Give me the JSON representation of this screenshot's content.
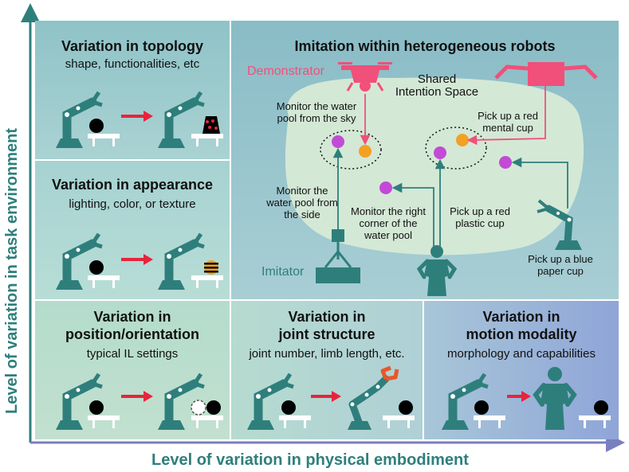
{
  "axes": {
    "x_label": "Level of variation in physical embodiment",
    "y_label": "Level of variation in task environment"
  },
  "panels": {
    "topology": {
      "title": "Variation in topology",
      "subtitle": "shape, functionalities, etc"
    },
    "appearance": {
      "title": "Variation in appearance",
      "subtitle": "lighting, color, or texture"
    },
    "position": {
      "title_line1": "Variation in",
      "title_line2": "position/orientation",
      "subtitle": "typical IL settings"
    },
    "joint": {
      "title_line1": "Variation in",
      "title_line2": "joint structure",
      "subtitle": "joint number, limb length, etc."
    },
    "motion": {
      "title_line1": "Variation in",
      "title_line2": "motion modality",
      "subtitle": "morphology and capabilities"
    }
  },
  "imitation": {
    "title": "Imitation within heterogeneous robots",
    "demonstrator": "Demonstrator",
    "imitator": "Imitator",
    "shared_line1": "Shared",
    "shared_line2": "Intention Space",
    "tasks": {
      "sky_line1": "Monitor the water",
      "sky_line2": "pool from the sky",
      "red_metal_line1": "Pick up a red",
      "red_metal_line2": "mental cup",
      "side_line1": "Monitor the",
      "side_line2": "water pool from",
      "side_line3": "the side",
      "corner_line1": "Monitor the right",
      "corner_line2": "corner of the",
      "corner_line3": "water pool",
      "red_plastic_line1": "Pick up a red",
      "red_plastic_line2": "plastic cup",
      "blue_paper_line1": "Pick up a blue",
      "blue_paper_line2": "paper cup"
    }
  },
  "colors": {
    "teal": "#2e7f7c",
    "red_arrow": "#e8243c",
    "demonstrator_pink": "#f0507a",
    "purple_dot": "#c34ad6",
    "orange_dot": "#f2a123"
  }
}
